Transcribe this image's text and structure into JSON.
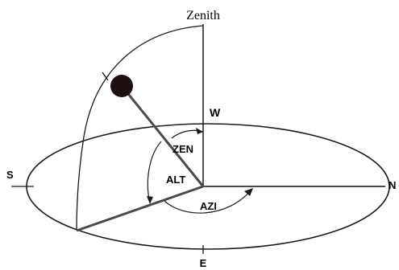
{
  "diagram": {
    "zenith_label": "Zenith",
    "west_label": "W",
    "north_label": "N",
    "south_label": "S",
    "east_label": "E",
    "zenith_angle_label": "ZEN",
    "altitude_label": "ALT",
    "azimuth_label": "AZI"
  }
}
